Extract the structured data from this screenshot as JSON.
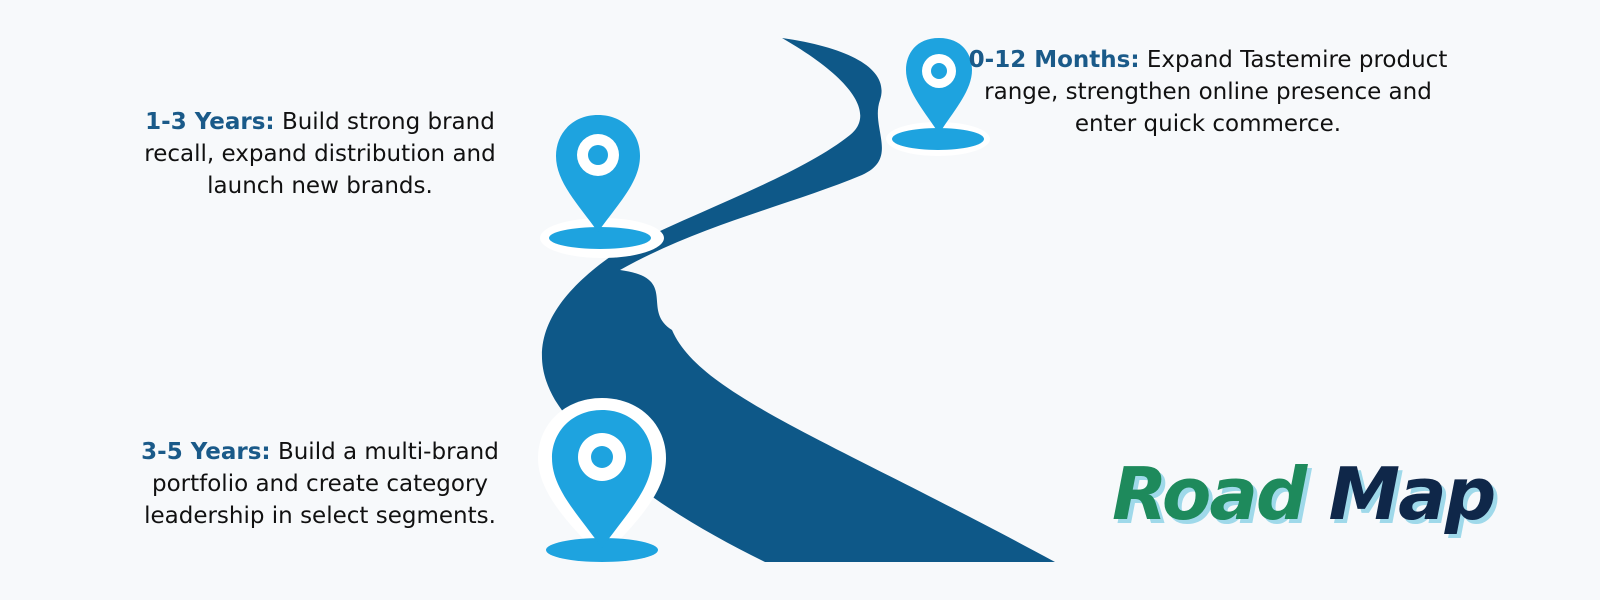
{
  "title": {
    "word1": "Road",
    "word2": "Map"
  },
  "milestones": [
    {
      "label": "0-12 Months:",
      "text": "Expand Tastemire product range, strengthen online presence and enter quick commerce."
    },
    {
      "label": "1-3 Years:",
      "text": "Build strong brand recall, expand distribution and launch new brands."
    },
    {
      "label": "3-5 Years:",
      "text": "Build a multi-brand portfolio and create category leadership in select segments."
    }
  ],
  "colors": {
    "road": "#0e5888",
    "pin": "#1ea3df",
    "label": "#1a5a89",
    "title_word1": "#1e8a5c",
    "title_word2": "#0f2749",
    "title_shadow": "#9fd9ea",
    "background": "#f7f9fb"
  },
  "icons": {
    "pin": "map-pin-icon"
  }
}
